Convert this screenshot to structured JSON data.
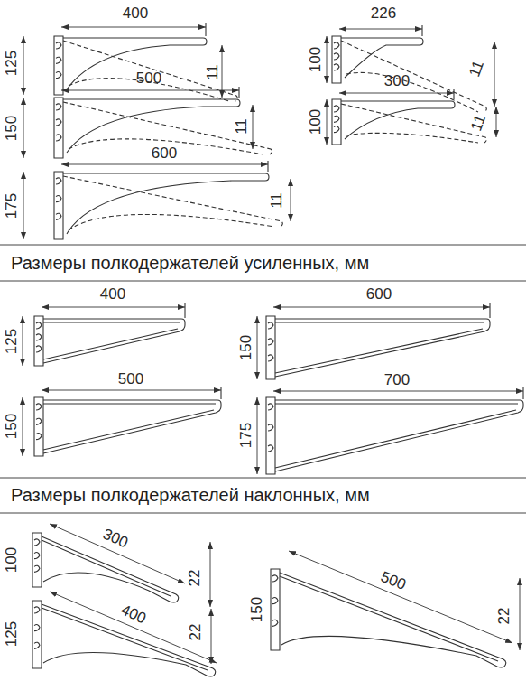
{
  "diagram": {
    "labels": [
      "400",
      "125",
      "11",
      "226",
      "100",
      "11",
      "500",
      "150",
      "11",
      "300",
      "100",
      "11",
      "600",
      "175",
      "11",
      "Размеры полкодержателей усиленных, мм",
      "400",
      "125",
      "600",
      "150",
      "500",
      "150",
      "700",
      "175",
      "Размеры полкодержателей наклонных, мм",
      "300",
      "100",
      "22",
      "400",
      "125",
      "22",
      "500",
      "150",
      "22"
    ]
  }
}
